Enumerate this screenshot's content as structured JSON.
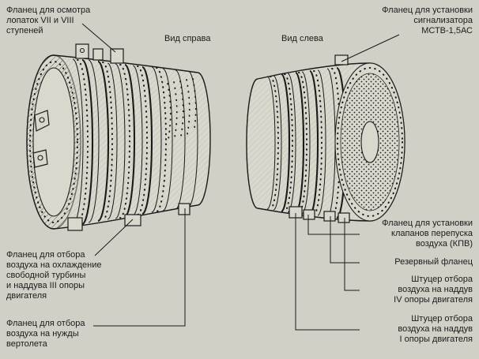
{
  "colors": {
    "background": "#d2cfc6",
    "ink": "#1b1b1b",
    "paper": "#dad7cd"
  },
  "view_titles": {
    "right": "Вид справа",
    "left": "Вид слева"
  },
  "callouts": {
    "inspection_flange": "Фланец для осмотра\nлопаток VII и VIII\nступеней",
    "mstv_flange": "Фланец для установки\nсигнализатора\nМСТВ-1,5АС",
    "turbine_cooling_flange": "Фланец для отбора\nвоздуха на охлаждение\nсвободной турбины\nи наддува III опоры\nдвигателя",
    "helicopter_needs_flange": "Фланец для отбора\nвоздуха на нужды\nвертолета",
    "kpv_flange": "Фланец для установки\nклапанов перепуска\nвоздуха (КПВ)",
    "reserve_flange": "Резервный фланец",
    "support4_fitting": "Штуцер отбора\nвоздуха на наддув\nIV опоры двигателя",
    "support1_fitting": "Штуцер отбора\nвоздуха на наддув\nI опоры двигателя"
  }
}
